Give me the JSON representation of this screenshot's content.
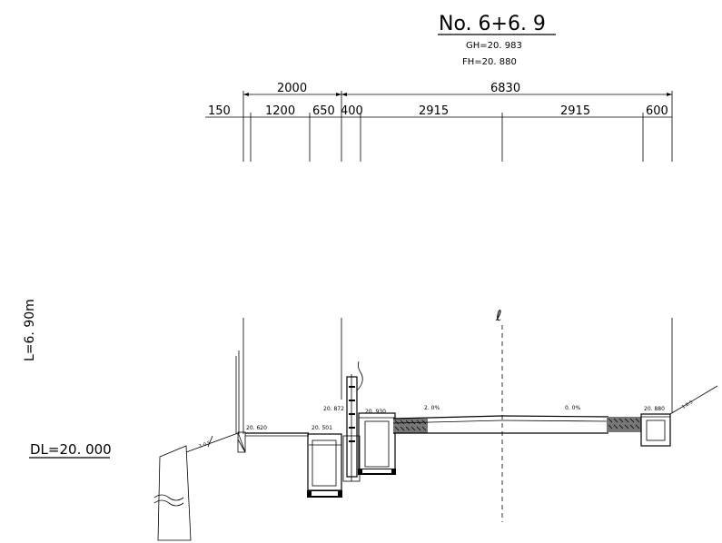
{
  "header": {
    "station": "No. 6+6. 9",
    "gh": "GH=20. 983",
    "fh": "FH=20. 880"
  },
  "dimensions": {
    "total_left": "2000",
    "total_right": "6830",
    "segments": [
      "150",
      "1200",
      "650",
      "400",
      "2915",
      "2915",
      "600"
    ]
  },
  "left_labels": {
    "length": "L=6. 90m",
    "datum": "DL=20. 000"
  },
  "centerline_symbol": "ℓ",
  "elevations": {
    "e1": "20. 620",
    "e2": "20. 501",
    "e3": "20. 872",
    "e4": "20. 930",
    "e5": "20. 880"
  },
  "slopes": {
    "s1": "2. 0%",
    "s2": "0. 0%"
  },
  "slope_marks": {
    "left": "1:0.5",
    "right": "1:0.5"
  },
  "colors": {
    "ink": "#000000",
    "paper": "#ffffff"
  }
}
